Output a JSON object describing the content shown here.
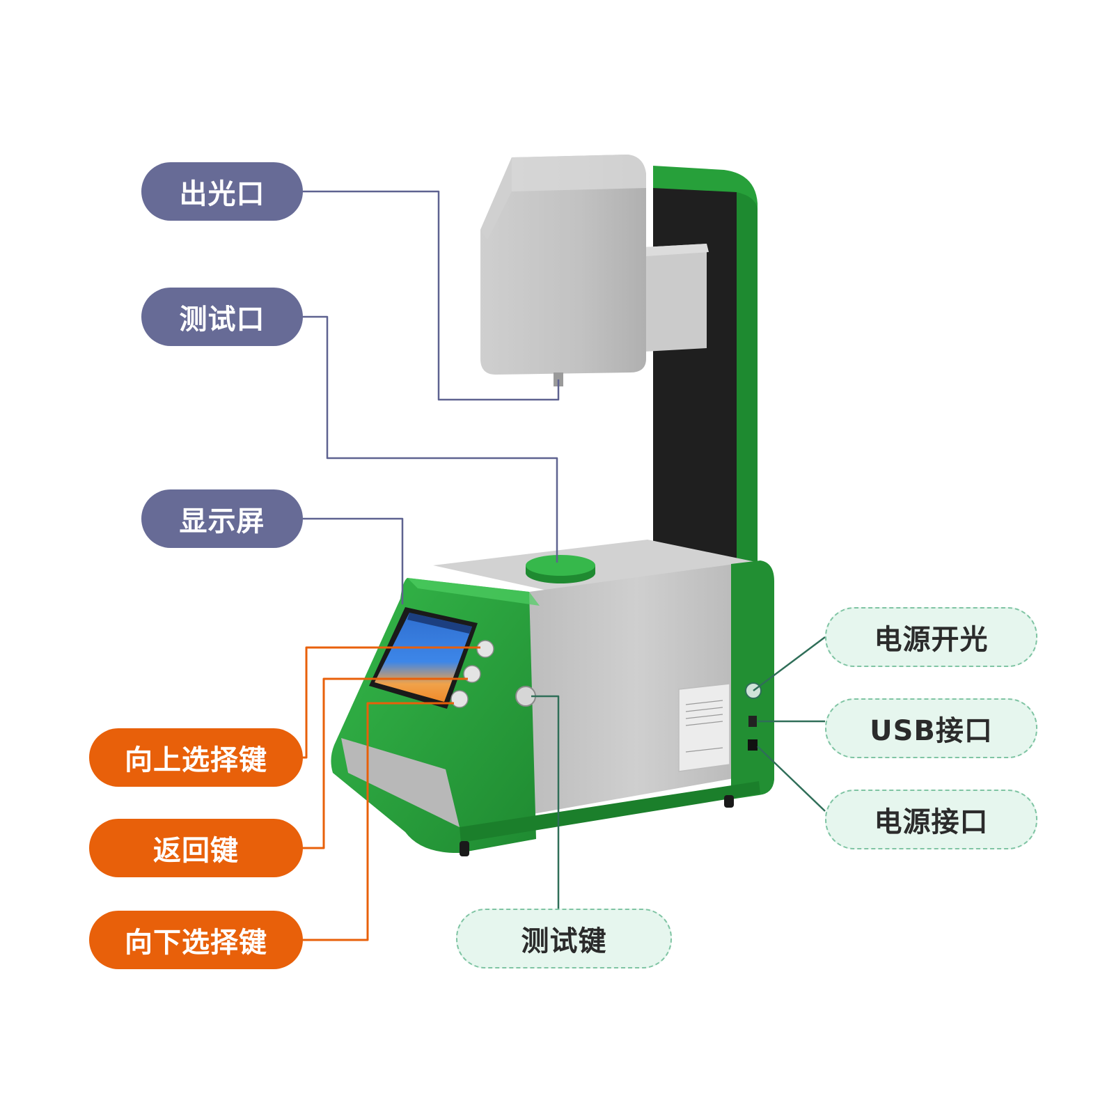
{
  "labels": {
    "light_outlet": "出光口",
    "test_port": "测试口",
    "display_screen": "显示屏",
    "up_select_key": "向上选择键",
    "return_key": "返回键",
    "down_select_key": "向下选择键",
    "test_key": "测试键",
    "power_switch": "电源开光",
    "usb_port": "USB接口",
    "power_port": "电源接口"
  },
  "colors": {
    "label_purple": "#676b96",
    "label_orange": "#e8600a",
    "label_mint_fill": "#e6f6ee",
    "label_mint_border": "#7fc4a3",
    "device_green": "#27a03a",
    "device_grey": "#c4c4c4",
    "leader_purple": "#5e6290",
    "leader_orange": "#e8600a",
    "leader_teal": "#2f6e58"
  }
}
